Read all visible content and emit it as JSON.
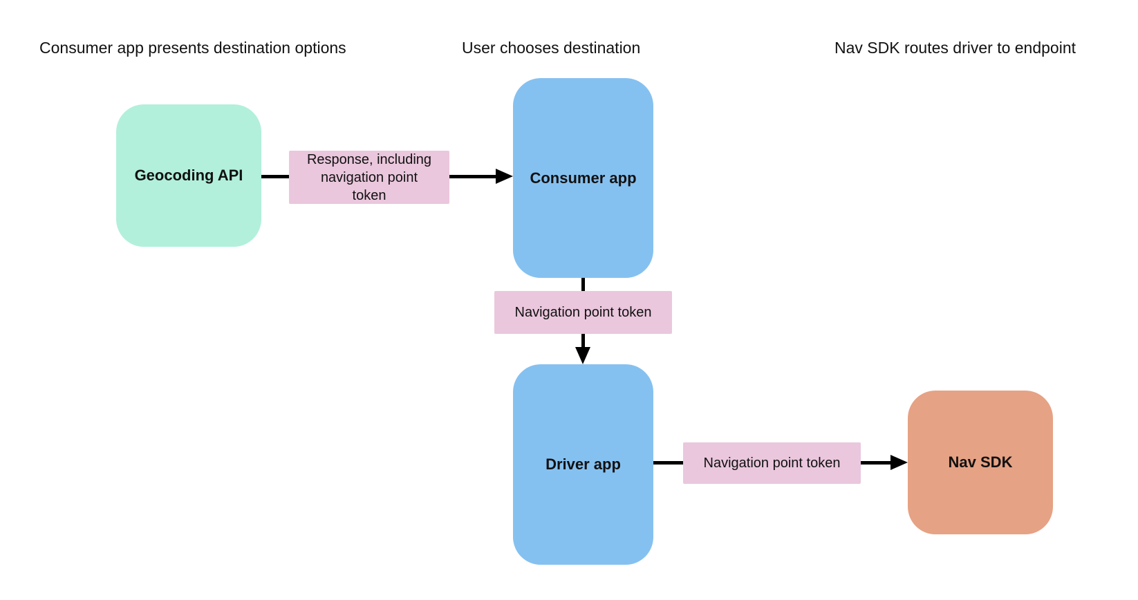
{
  "headers": [
    {
      "label": "Consumer app presents destination options"
    },
    {
      "label": "User chooses destination"
    },
    {
      "label": "Nav SDK routes driver to endpoint"
    }
  ],
  "nodes": {
    "geocoding_api": {
      "label": "Geocoding API"
    },
    "consumer_app": {
      "label": "Consumer app"
    },
    "driver_app": {
      "label": "Driver app"
    },
    "nav_sdk": {
      "label": "Nav SDK"
    }
  },
  "edge_labels": {
    "response": "Response, including\nnavigation point\ntoken",
    "consumer_to_driver": "Navigation point token",
    "driver_to_nav_sdk": "Navigation point token"
  },
  "colors": {
    "background": "#FFFFFF",
    "text": "#111111",
    "arrow": "#000000",
    "mint": "#B2F0DB",
    "blue": "#85C1F0",
    "pink": "#EAC7DD",
    "salmon": "#E6A284"
  }
}
